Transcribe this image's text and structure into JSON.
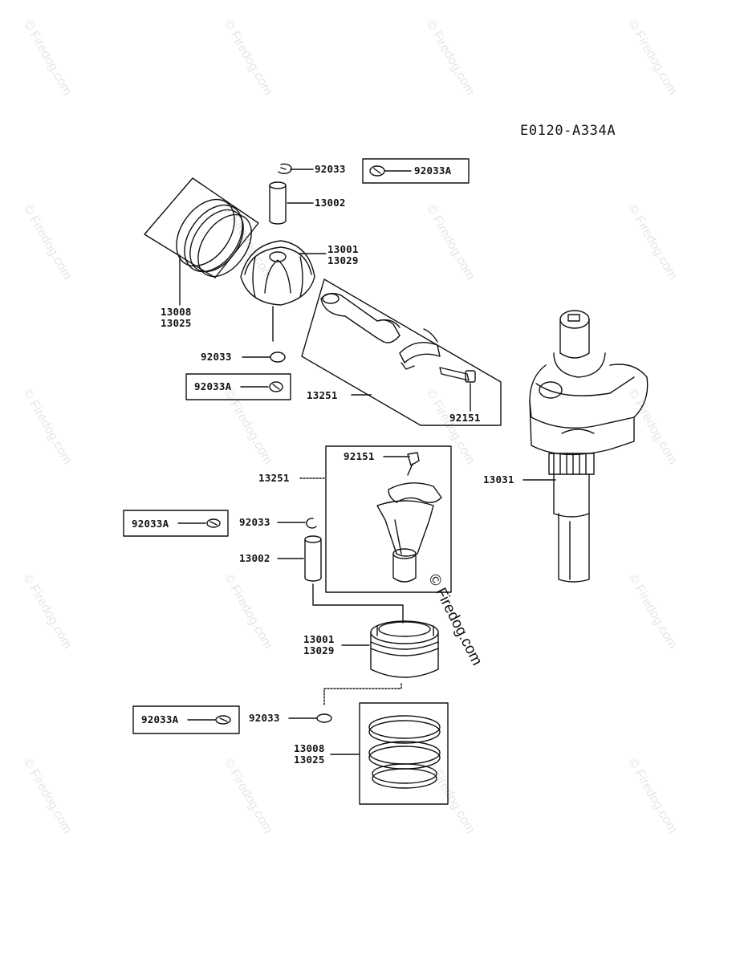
{
  "diagram_code": "E0120-A334A",
  "watermark": "© Firedog.com",
  "stamp": "© Firedog.com",
  "labels": {
    "snap_ring_top": "92033",
    "snap_ring_top_alt": "92033A",
    "pin_top": "13002",
    "piston_top_a": "13001",
    "piston_top_b": "13029",
    "rings_top_a": "13008",
    "rings_top_b": "13025",
    "snap_ring_mid": "92033",
    "snap_ring_mid_alt": "92033A",
    "rod_top": "13251",
    "bolt_top": "92151",
    "crankshaft": "13031",
    "bolt_low": "92151",
    "rod_low": "13251",
    "snap_ring_low_alt": "92033A",
    "snap_ring_low": "92033",
    "pin_low": "13002",
    "piston_low_a": "13001",
    "piston_low_b": "13029",
    "snap_ring_bottom_alt": "92033A",
    "snap_ring_bottom": "92033",
    "rings_low_a": "13008",
    "rings_low_b": "13025"
  }
}
